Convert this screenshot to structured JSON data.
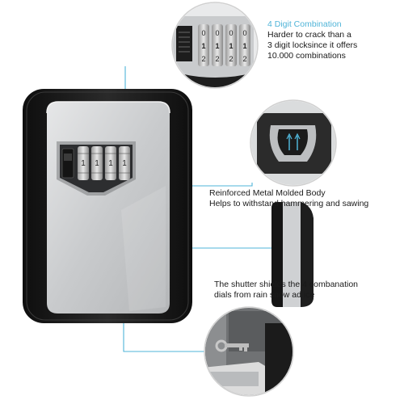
{
  "callouts": [
    {
      "title": "4 Digit Combination",
      "lines": [
        "Harder to crack than a",
        "3 digit locksince it offers",
        "10.000 combinations"
      ]
    },
    {
      "lines": [
        "Reinforced Metal Molded Body",
        "Helps to withstand hammering and sawing"
      ]
    },
    {
      "lines": [
        "The shutter shields the 4 combanation",
        "dials from rain snow ad ice"
      ]
    }
  ],
  "dial_digits": [
    "1",
    "1",
    "1",
    "1"
  ],
  "colors": {
    "accent_line": "#4fb4d8",
    "body_black": "#1c1c1c",
    "face_silver": "#cfd1d3",
    "circle_border": "#d0d0d0",
    "title_text": "#4fb4d8"
  },
  "icons": [
    "combination-dial-icon",
    "shutter-icon",
    "key-icon"
  ]
}
